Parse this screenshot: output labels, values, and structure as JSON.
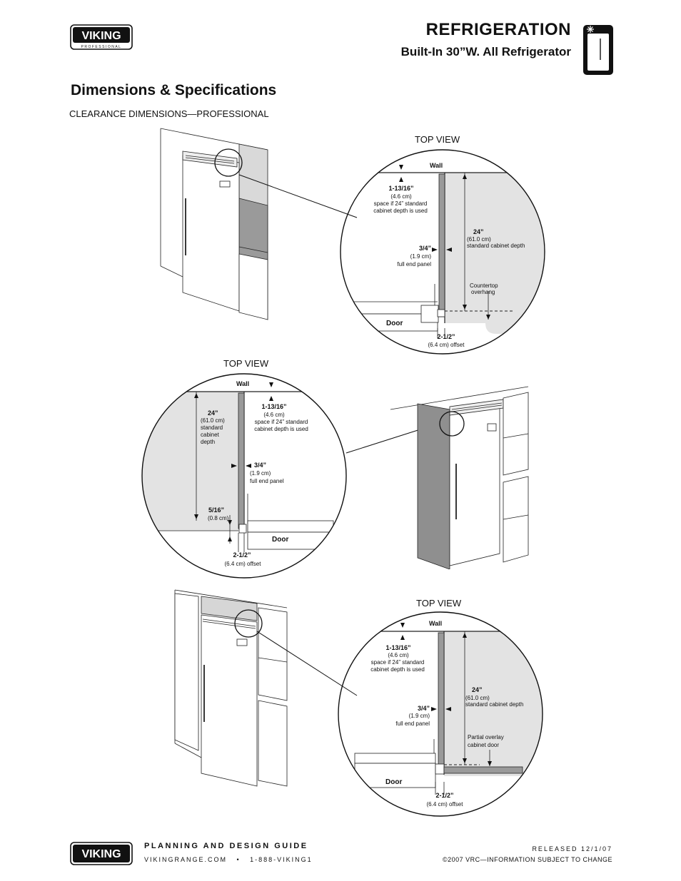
{
  "brand": {
    "name": "VIKING",
    "tagline": "PROFESSIONAL"
  },
  "header": {
    "category": "REFRIGERATION",
    "subtitle": "Built-In 30”W. All Refrigerator"
  },
  "page_title": "Dimensions & Specifications",
  "section_title": "CLEARANCE DIMENSIONS—PROFESSIONAL",
  "diagrams": [
    {
      "view_label": "TOP VIEW",
      "wall": "Wall",
      "dim_top": {
        "value": "1-13/16”",
        "metric": "(4.6 cm)",
        "note1": "space if 24” standard",
        "note2": "cabinet depth is used"
      },
      "dim_panel": {
        "value": "3/4”",
        "metric": "(1.9 cm)",
        "note": "full end panel"
      },
      "dim_depth": {
        "value": "24”",
        "metric": "(61.0 cm)",
        "note": "standard cabinet depth"
      },
      "callout1": "Countertop",
      "callout2": "overhang",
      "door": "Door",
      "dim_offset": {
        "value": "2-1/2”",
        "note": "(6.4 cm) offset"
      }
    },
    {
      "view_label": "TOP VIEW",
      "wall": "Wall",
      "dim_depth": {
        "value": "24”",
        "metric": "(61.0 cm)",
        "note1": "standard",
        "note2": "cabinet",
        "note3": "depth"
      },
      "dim_top": {
        "value": "1-13/16”",
        "metric": "(4.6 cm)",
        "note1": "space if 24” standard",
        "note2": "cabinet depth is used"
      },
      "dim_panel": {
        "value": "3/4”",
        "metric": "(1.9 cm)",
        "note": "full end panel"
      },
      "dim_gap": {
        "value": "5/16”",
        "metric": "(0.8 cm)"
      },
      "door": "Door",
      "dim_offset": {
        "value": "2-1/2”",
        "note": "(6.4 cm) offset"
      }
    },
    {
      "view_label": "TOP VIEW",
      "wall": "Wall",
      "dim_top": {
        "value": "1-13/16”",
        "metric": "(4.6 cm)",
        "note1": "space if 24” standard",
        "note2": "cabinet depth is used"
      },
      "dim_panel": {
        "value": "3/4”",
        "metric": "(1.9 cm)",
        "note": "full end panel"
      },
      "dim_depth": {
        "value": "24”",
        "metric": "(61.0 cm)",
        "note": "standard cabinet depth"
      },
      "callout1": "Partial overlay",
      "callout2": "cabinet door",
      "door": "Door",
      "dim_offset": {
        "value": "2-1/2”",
        "note": "(6.4 cm) offset"
      }
    }
  ],
  "footer": {
    "guide": "PLANNING AND DESIGN GUIDE",
    "contact": "VIKINGRANGE.COM   •   1-888-VIKING1",
    "released": "RELEASED 12/1/07",
    "copyright": "©2007 VRC—INFORMATION SUBJECT TO CHANGE"
  }
}
